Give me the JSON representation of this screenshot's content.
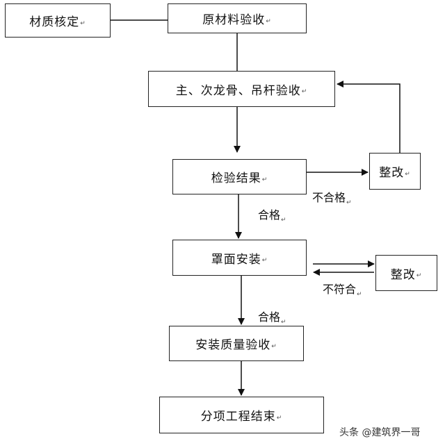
{
  "nodes": {
    "material_check": "材质核定",
    "raw_inspection": "原材料验收",
    "keel_inspection": "主、次龙骨、吊杆验收",
    "result": "检验结果",
    "rectify_1": "整改",
    "panel_install": "罩面安装",
    "rectify_2": "整改",
    "quality_inspection": "安装质量验收",
    "end": "分项工程结束"
  },
  "edge_labels": {
    "unqualified": "不合格",
    "qualified_1": "合格",
    "nonconforming": "不符合",
    "qualified_2": "合格"
  },
  "paragraph_mark": "↵",
  "watermark": "头条 @建筑界一哥"
}
